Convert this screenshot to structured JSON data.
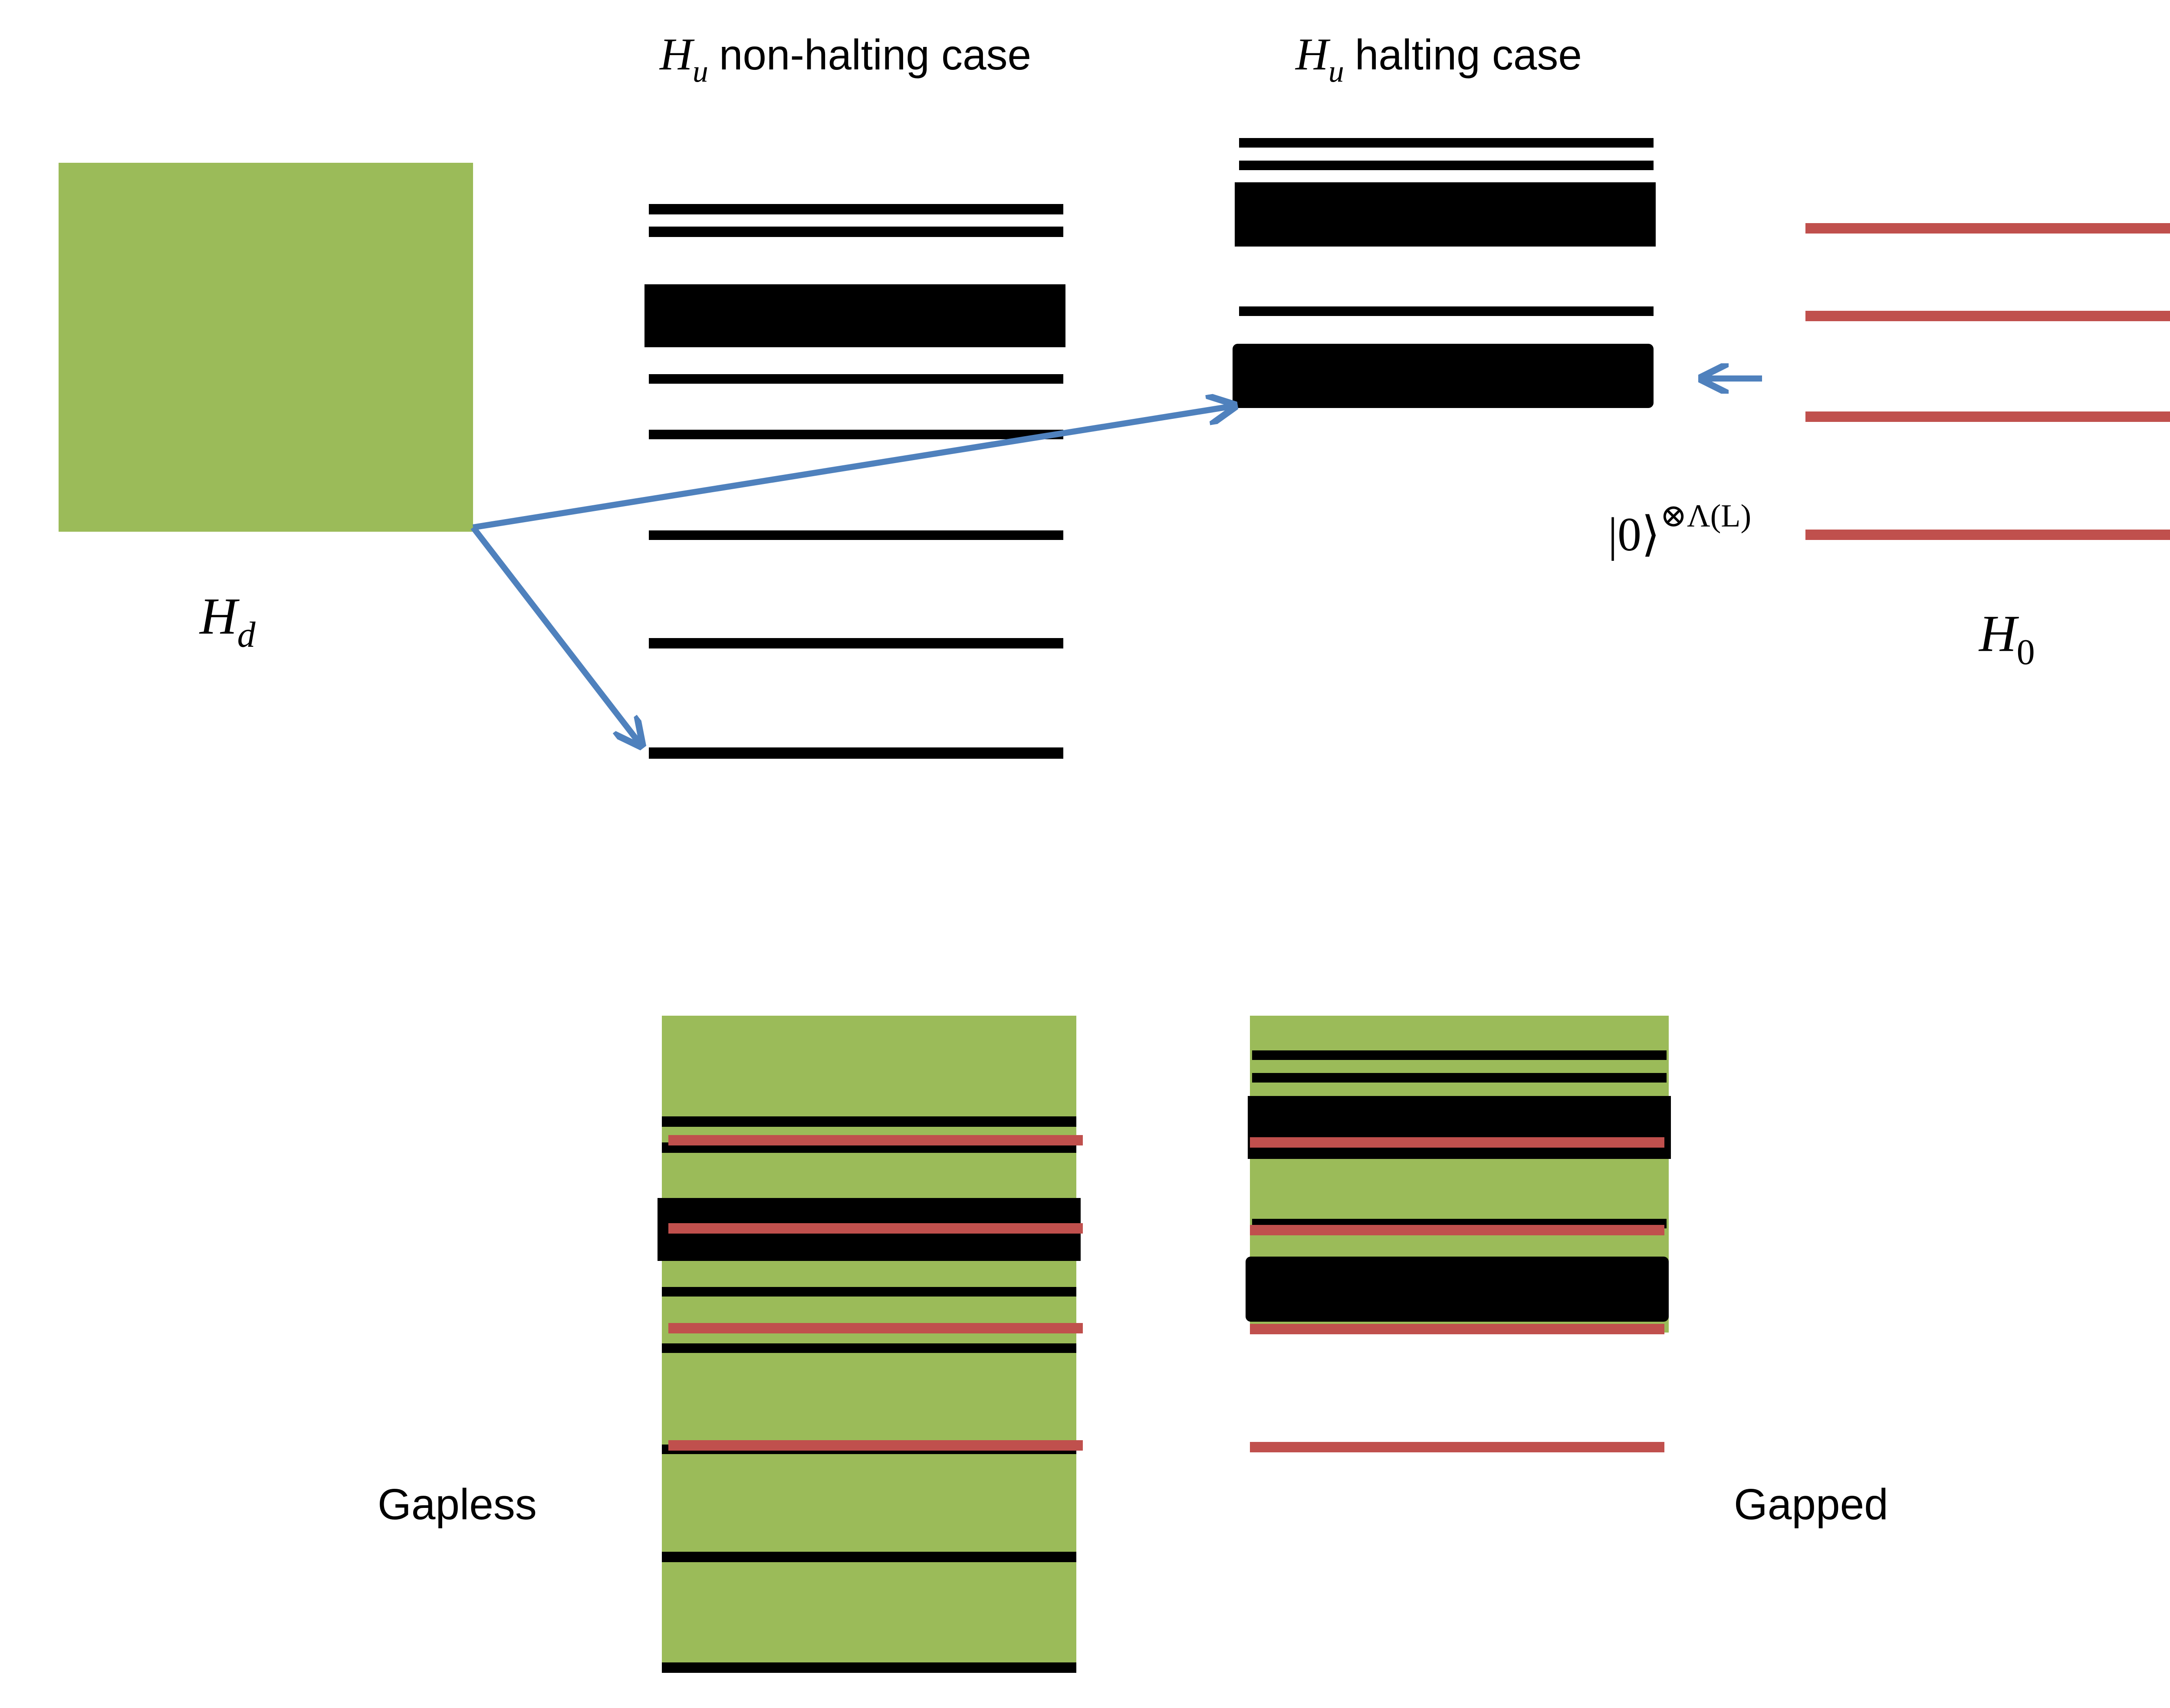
{
  "colors": {
    "green": "#9bbb59",
    "red": "#c0504d",
    "black": "#000000",
    "arrow": "#4f81bd"
  },
  "labels": {
    "hd_main": "H",
    "hd_sub": "d",
    "hu_main": "H",
    "hu_sub": "u",
    "nonhalting_text": "non-halting case",
    "halting_text": "halting case",
    "h0_main": "H",
    "h0_sub": "0",
    "ket": "|0⟩",
    "ket_sup": "⊗Λ(L)",
    "gapless": "Gapless",
    "gapped": "Gapped"
  },
  "spectra": {
    "nonhalting_level_count": 8,
    "halting_level_count": 5,
    "h0_level_count": 4
  },
  "icons": [
    "arrow-hd-to-nonhalting",
    "arrow-hd-to-halting",
    "arrow-h0-to-halting"
  ]
}
